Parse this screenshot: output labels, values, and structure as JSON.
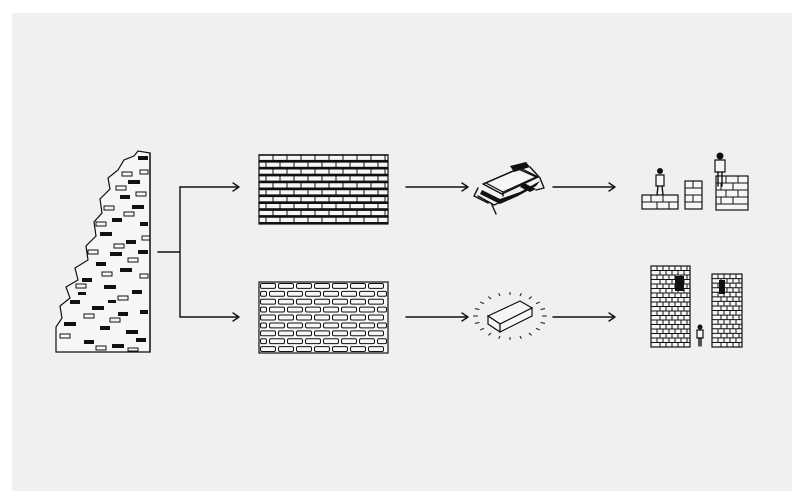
{
  "diagram": {
    "source": {
      "icon": "ruined-brick-wall"
    },
    "paths": [
      {
        "id": "top",
        "stages": [
          {
            "icon": "dense-brick-wall"
          },
          {
            "icon": "brick-in-mould-press"
          },
          {
            "icon": "small-walls-with-people"
          }
        ]
      },
      {
        "id": "bottom",
        "stages": [
          {
            "icon": "gridded-brick-wall"
          },
          {
            "icon": "glowing-brick"
          },
          {
            "icon": "tall-brick-towers-with-person"
          }
        ]
      }
    ]
  },
  "colors": {
    "paper": "#f1f0ef",
    "ink": "#111111",
    "background": "#ffffff"
  }
}
